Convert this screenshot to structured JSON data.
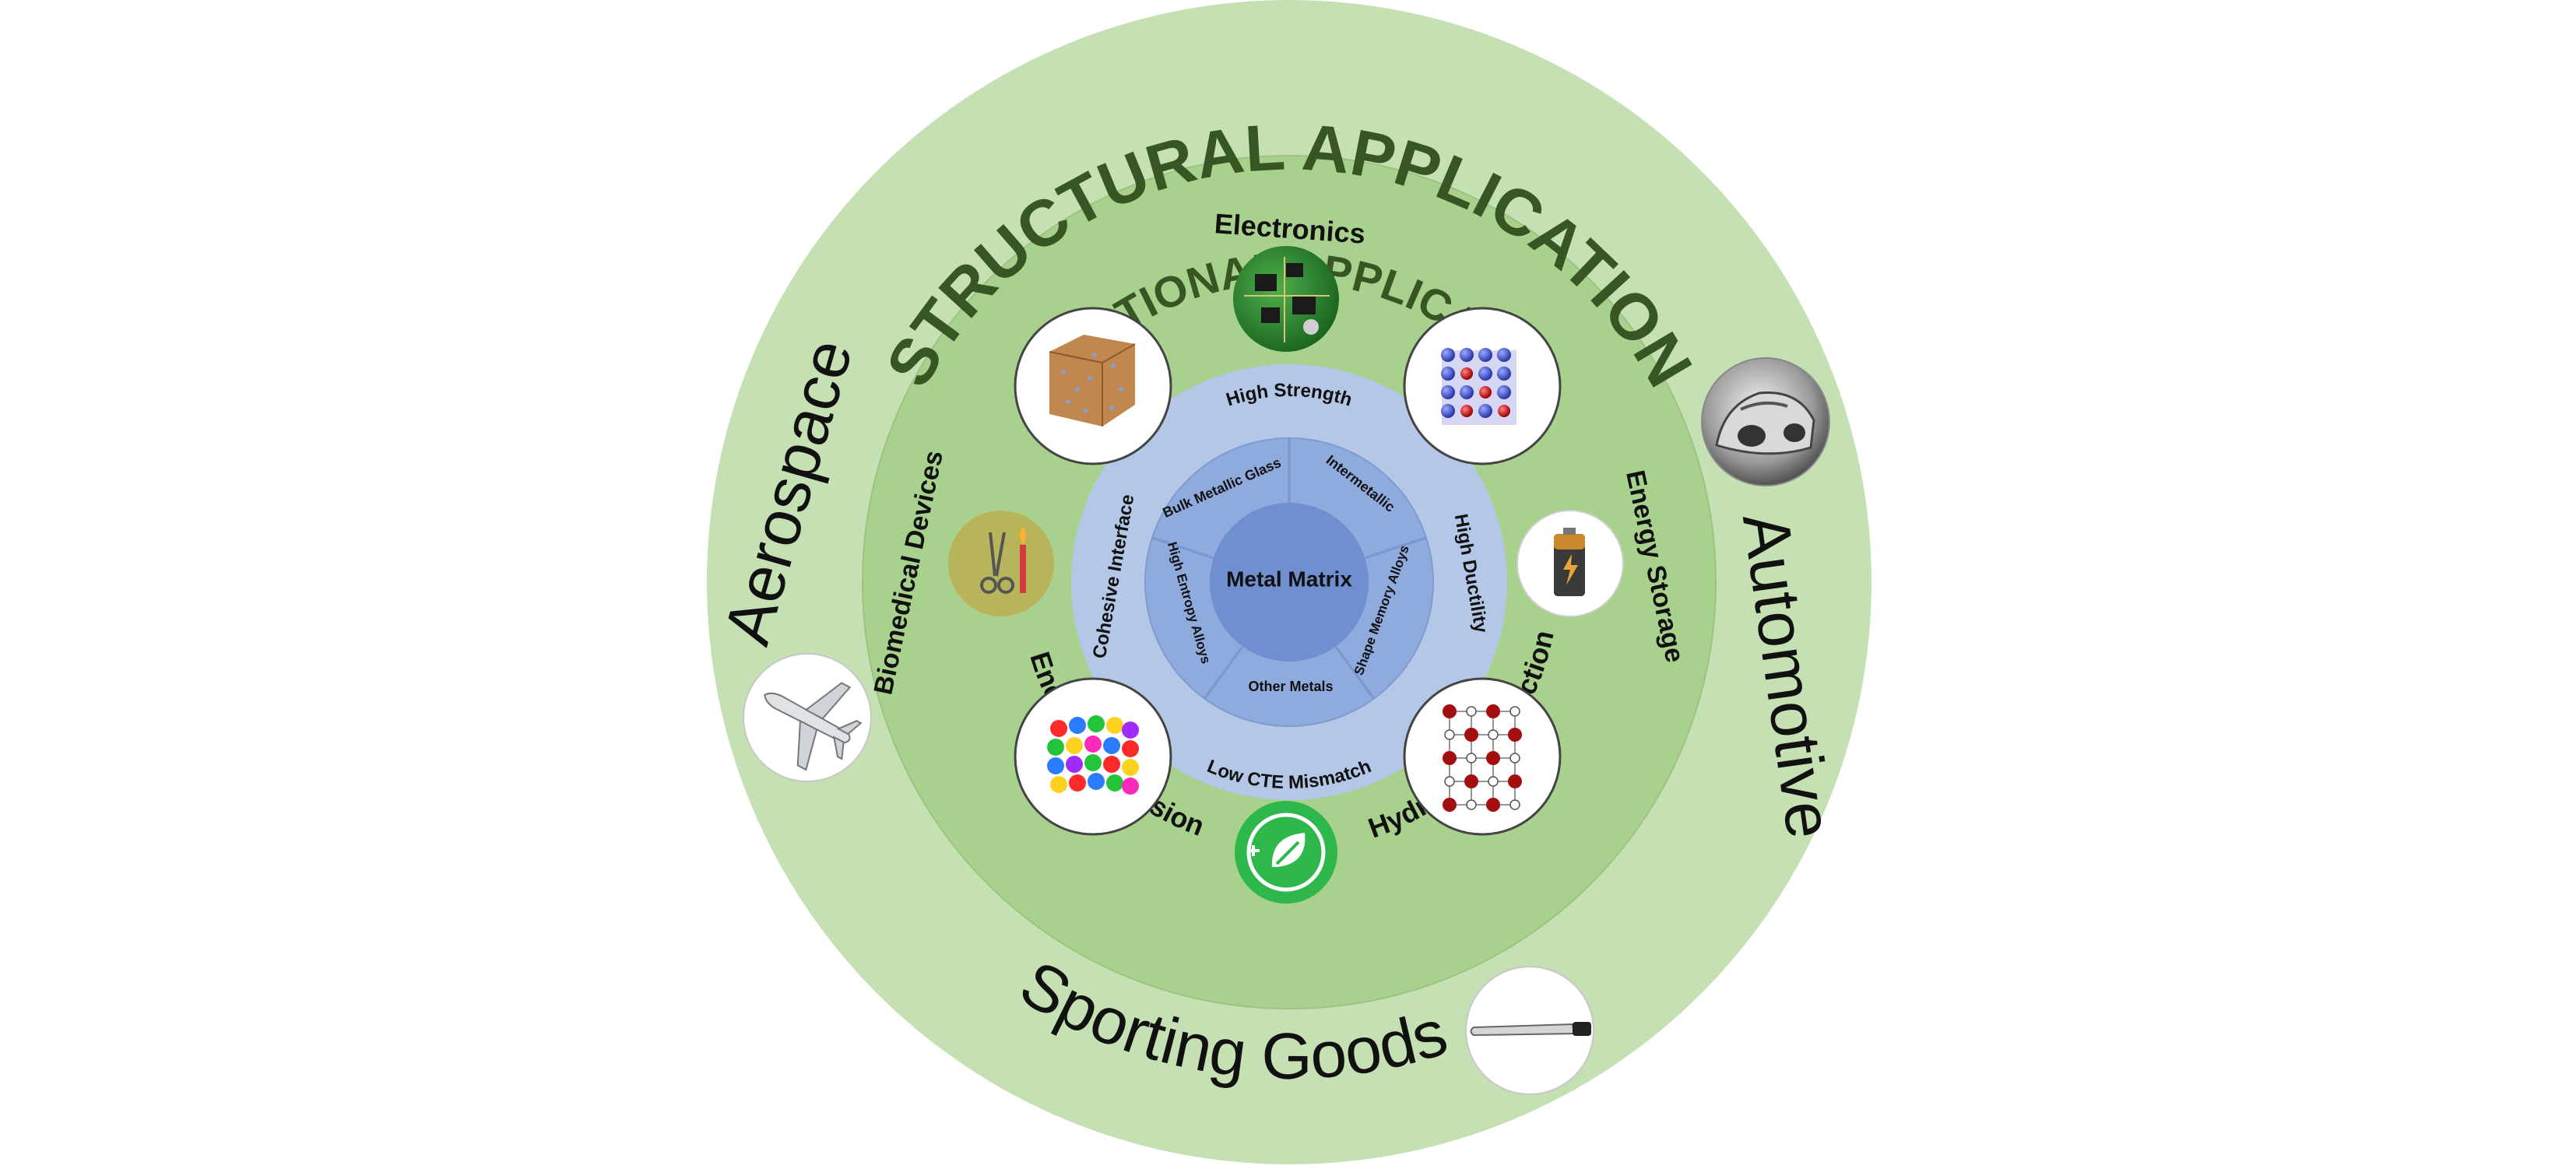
{
  "colors": {
    "outer_ring": "#c5e1b4",
    "middle_ring": "#a9d18e",
    "inner_ring": "#b4c7e7",
    "core_ring": "#8faadc",
    "center": "#6f8fd0",
    "title_text": "#375623",
    "dark_text": "#111111",
    "icon_circle": "#ffffff",
    "eco_green": "#2eb84b",
    "biomed_olive": "#b7b45a"
  },
  "outer": {
    "title": "STRUCTURAL APPLICATION",
    "items": {
      "aerospace": "Aerospace",
      "automotive": "Automotive",
      "sporting_goods": "Sporting Goods"
    },
    "icons": {
      "aerospace": "airplane-icon",
      "automotive": "sports-car-icon",
      "sporting_goods": "baseball-bat-icon"
    }
  },
  "middle": {
    "title": "FUNCTIONAL APPLICATION",
    "items": {
      "electronics": "Electronics",
      "energy_storage": "Energy Storage",
      "energy_conversion": "Energy Conversion",
      "hydrogen_production": "Hydrogen Production",
      "biomedical_devices": "Biomedical Devices"
    },
    "icons": {
      "electronics": "circuit-board-icon",
      "energy_storage": "battery-icon",
      "energy_conversion": "eco-leaf-plug-icon",
      "biomedical_devices": "surgical-tools-icon",
      "lattice_top_left": "amorphous-cube-icon",
      "lattice_top_right": "ordered-lattice-cube-icon",
      "lattice_bottom_left": "high-entropy-lattice-icon",
      "lattice_bottom_right": "phase-lattice-icon"
    }
  },
  "inner": {
    "properties": {
      "high_strength": "High Strength",
      "high_ductility": "High Ductility",
      "low_cte_mismatch": "Low CTE Mismatch",
      "cohesive_interface": "Cohesive Interface"
    }
  },
  "core": {
    "center": "Metal Matrix",
    "segments": {
      "bulk_metallic_glass": "Bulk Metallic Glass",
      "intermetallic": "Intermetallic",
      "shape_memory_alloys": "Shape Memory Alloys",
      "other_metals": "Other Metals",
      "high_entropy_alloys": "High Entropy Alloys"
    }
  }
}
